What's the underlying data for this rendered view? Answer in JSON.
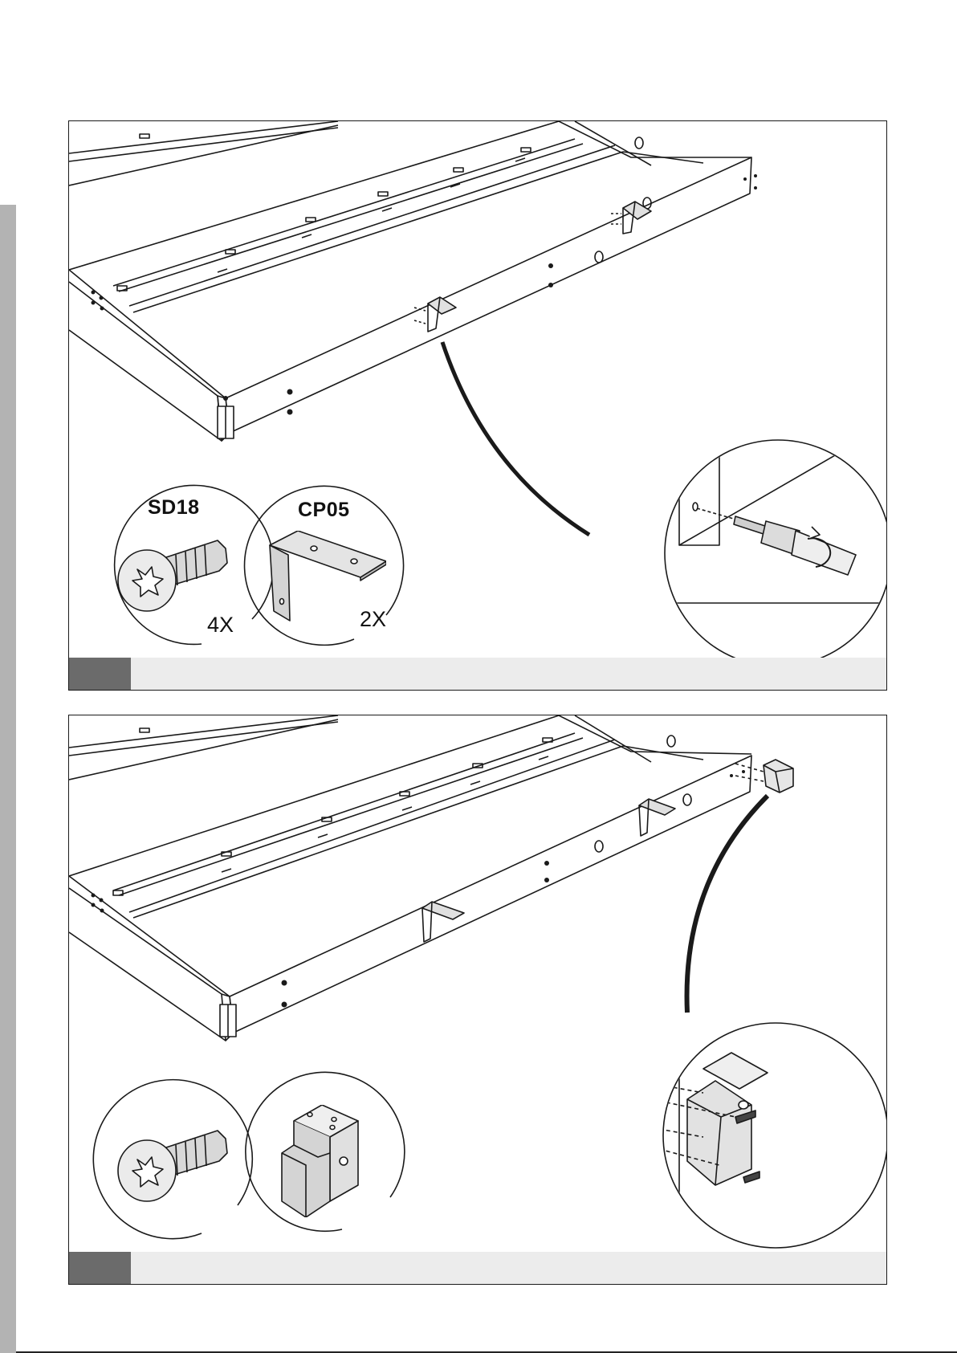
{
  "steps": [
    {
      "number": "",
      "parts": [
        {
          "code": "SD18",
          "quantity": "4X",
          "icon": "screw-icon"
        },
        {
          "code": "CP05",
          "quantity": "2X",
          "icon": "l-bracket-icon"
        }
      ]
    },
    {
      "number": "",
      "parts": [
        {
          "code": "",
          "quantity": "",
          "icon": "screw-icon"
        },
        {
          "code": "",
          "quantity": "",
          "icon": "corner-bracket-icon"
        }
      ]
    }
  ],
  "colors": {
    "side_tab": "#b3b3b3",
    "step_bar": "#ececec",
    "step_number_box": "#6b6b6b",
    "line_art": "#1a1a1a"
  }
}
